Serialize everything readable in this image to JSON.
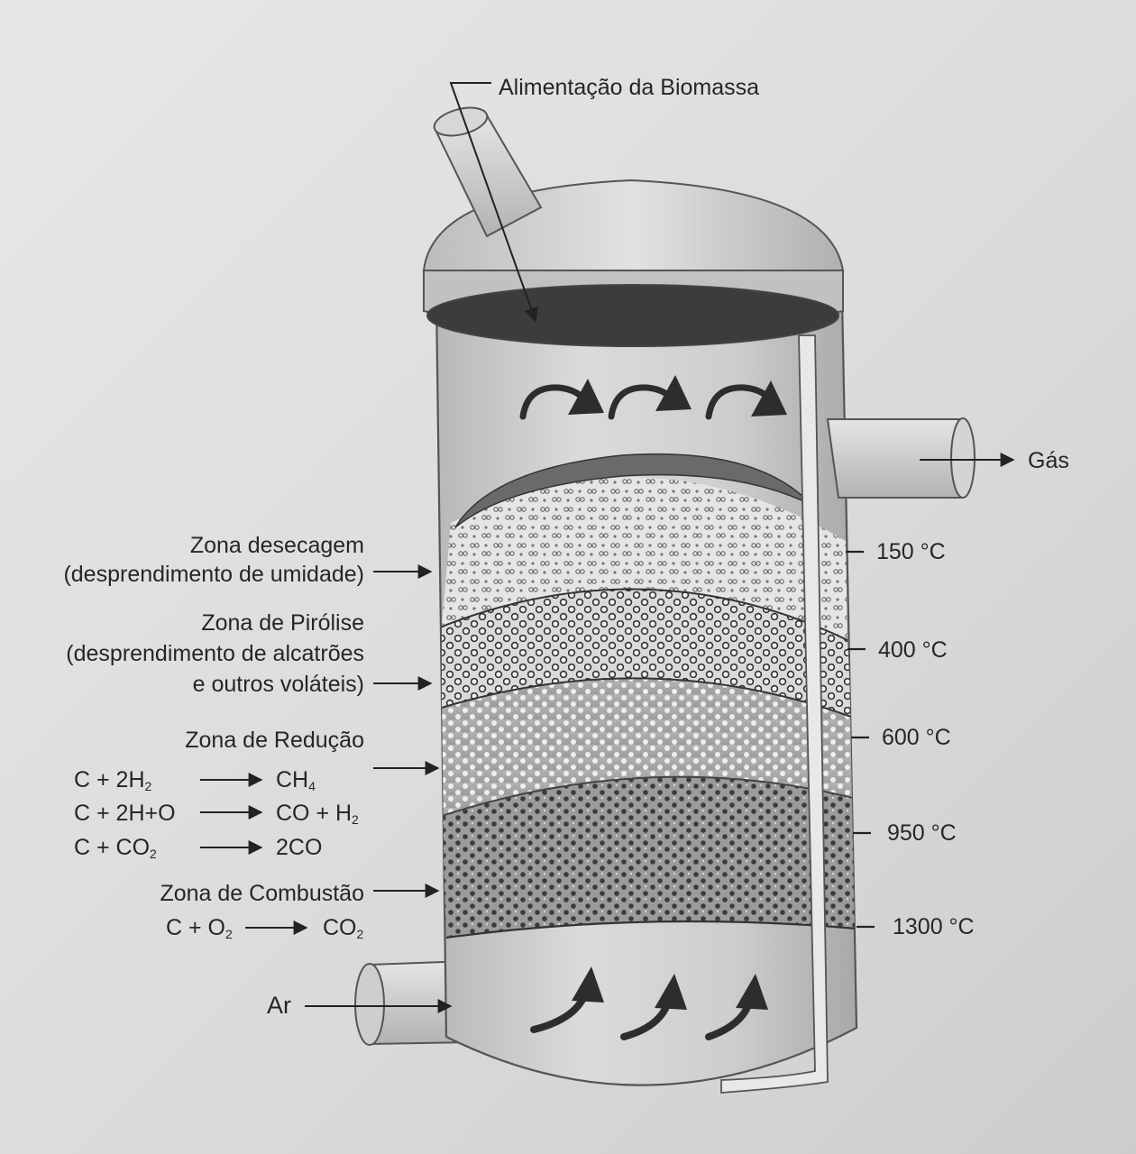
{
  "labels": {
    "feed": "Alimentação da Biomassa",
    "gas": "Gás",
    "air": "Ar",
    "drying_zone_title": "Zona desecagem",
    "drying_zone_desc": "(desprendimento de umidade)",
    "pyrolysis_zone_title": "Zona de Pirólise",
    "pyrolysis_zone_desc_1": "(desprendimento de alcatrões",
    "pyrolysis_zone_desc_2": "e outros voláteis)",
    "reduction_zone_title": "Zona de Redução",
    "combustion_zone_title": "Zona de Combustão"
  },
  "temperatures": [
    "150 °C",
    "400 °C",
    "600 °C",
    "950 °C",
    "1300 °C"
  ],
  "reactions": {
    "reduction": [
      {
        "left": "C + 2H",
        "left_sub": "2",
        "right": "CH",
        "right_sub": "4"
      },
      {
        "left": "C + 2H+O",
        "left_sub": "",
        "right": "CO + H",
        "right_sub": "2"
      },
      {
        "left": "C + CO",
        "left_sub": "2",
        "right": "2CO",
        "right_sub": ""
      }
    ],
    "combustion": {
      "left": "C + O",
      "left_sub": "2",
      "right": "CO",
      "right_sub": "2"
    }
  },
  "colors": {
    "vessel": "#c9c7c7",
    "vessel_edge": "#555555",
    "drying_bed": "#e6e4e3",
    "pyrolysis_bed": "#d2d0cf",
    "reduction_bed": "#a9a7a6",
    "combustion_bed": "#9a9897",
    "arrows": "#333333"
  }
}
